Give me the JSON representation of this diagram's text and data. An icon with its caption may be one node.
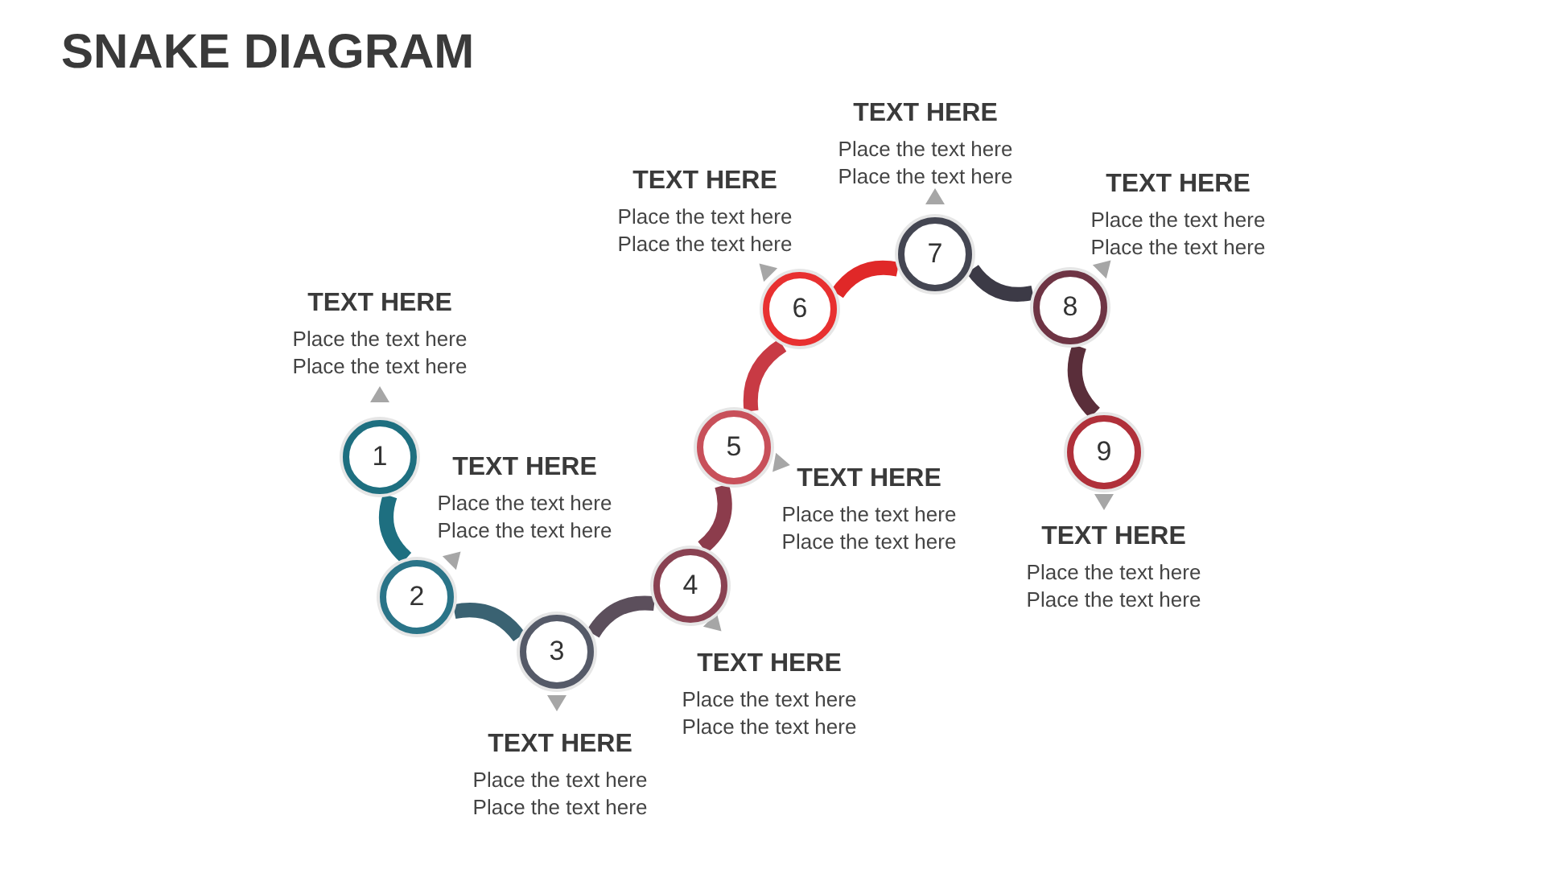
{
  "diagram": {
    "title": "SNAKE DIAGRAM",
    "nodes": [
      {
        "text": [
          "1"
        ],
        "beside": [
          "TEXT HERE",
          "Place the text here Place the text here"
        ]
      },
      {
        "text": [
          "2"
        ],
        "beside": [
          "TEXT HERE",
          "Place the text here Place the text here"
        ]
      },
      {
        "text": [
          "3"
        ],
        "beside": [
          "TEXT HERE",
          "Place the text here Place the text here"
        ]
      },
      {
        "text": [
          "4"
        ],
        "beside": [
          "TEXT HERE",
          "Place the text here Place the text here"
        ]
      },
      {
        "text": [
          "5"
        ],
        "beside": [
          "TEXT HERE",
          "Place the text here Place the text here"
        ]
      },
      {
        "text": [
          "6"
        ],
        "beside": [
          "TEXT HERE",
          "Place the text here Place the text here"
        ]
      },
      {
        "text": [
          "7"
        ],
        "beside": [
          "TEXT HERE",
          "Place the text here Place the text here"
        ]
      },
      {
        "text": [
          "8"
        ],
        "beside": [
          "TEXT HERE",
          "Place the text here Place the text here"
        ]
      },
      {
        "text": [
          "9"
        ],
        "beside": [
          "TEXT HERE",
          "Place the text here Place the text here"
        ]
      }
    ],
    "edges": [
      {
        "from": 0,
        "to": 1,
        "arrow": "none",
        "color": "#1e6f80"
      },
      {
        "from": 1,
        "to": 2,
        "arrow": "none",
        "color": "#3a6272"
      },
      {
        "from": 2,
        "to": 3,
        "arrow": "none",
        "color": "#5c4f5c"
      },
      {
        "from": 3,
        "to": 4,
        "arrow": "none",
        "color": "#8c3c4c"
      },
      {
        "from": 4,
        "to": 5,
        "arrow": "none",
        "color": "#c83a44"
      },
      {
        "from": 5,
        "to": 6,
        "arrow": "none",
        "color": "#e02828"
      },
      {
        "from": 6,
        "to": 7,
        "arrow": "none",
        "color": "#3c3a46"
      },
      {
        "from": 7,
        "to": 8,
        "arrow": "none",
        "color": "#5a2e3a"
      }
    ]
  }
}
